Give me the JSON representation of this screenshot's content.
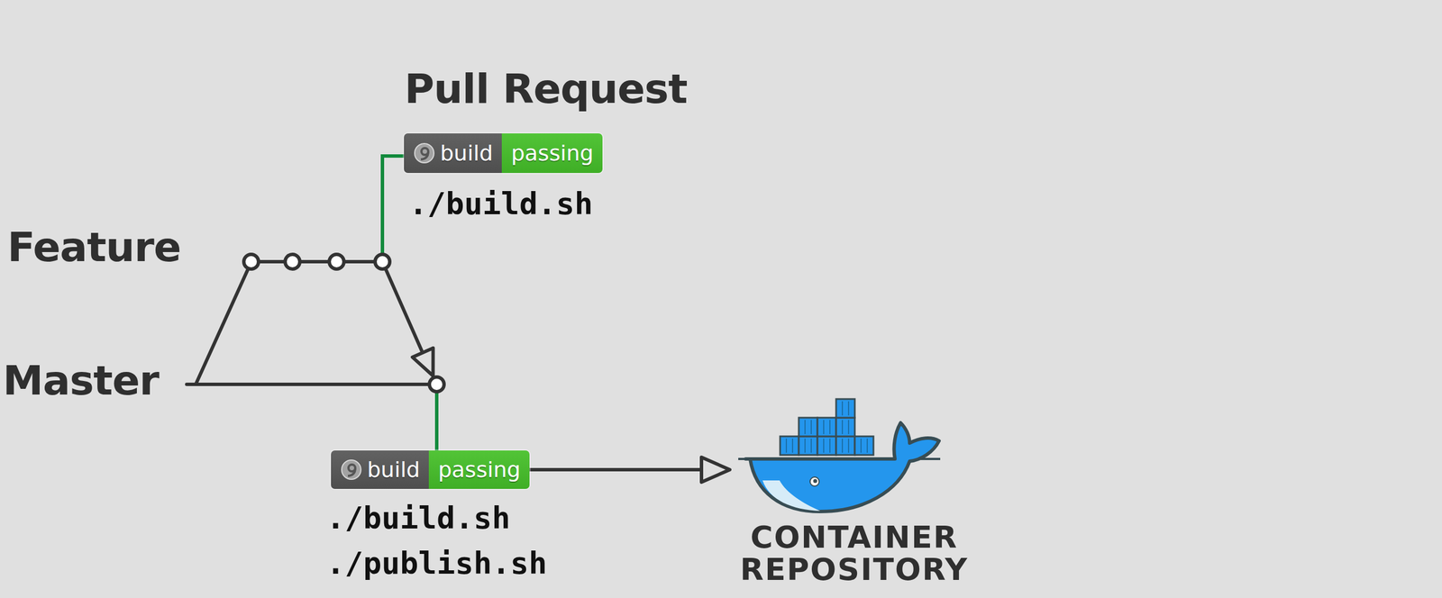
{
  "diagram": {
    "nodes": [
      {
        "text": [
          "build",
          "passing"
        ]
      },
      {
        "text": [
          "build",
          "passing"
        ]
      },
      {
        "text": [
          "CONTAINER REPOSITORY"
        ]
      }
    ],
    "edges": [
      {
        "from": 1,
        "to": 2,
        "arrow": "to"
      }
    ],
    "labels": [
      "Pull Request",
      "./build.sh",
      "Feature",
      "Master",
      "./build.sh",
      "./publish.sh"
    ]
  }
}
